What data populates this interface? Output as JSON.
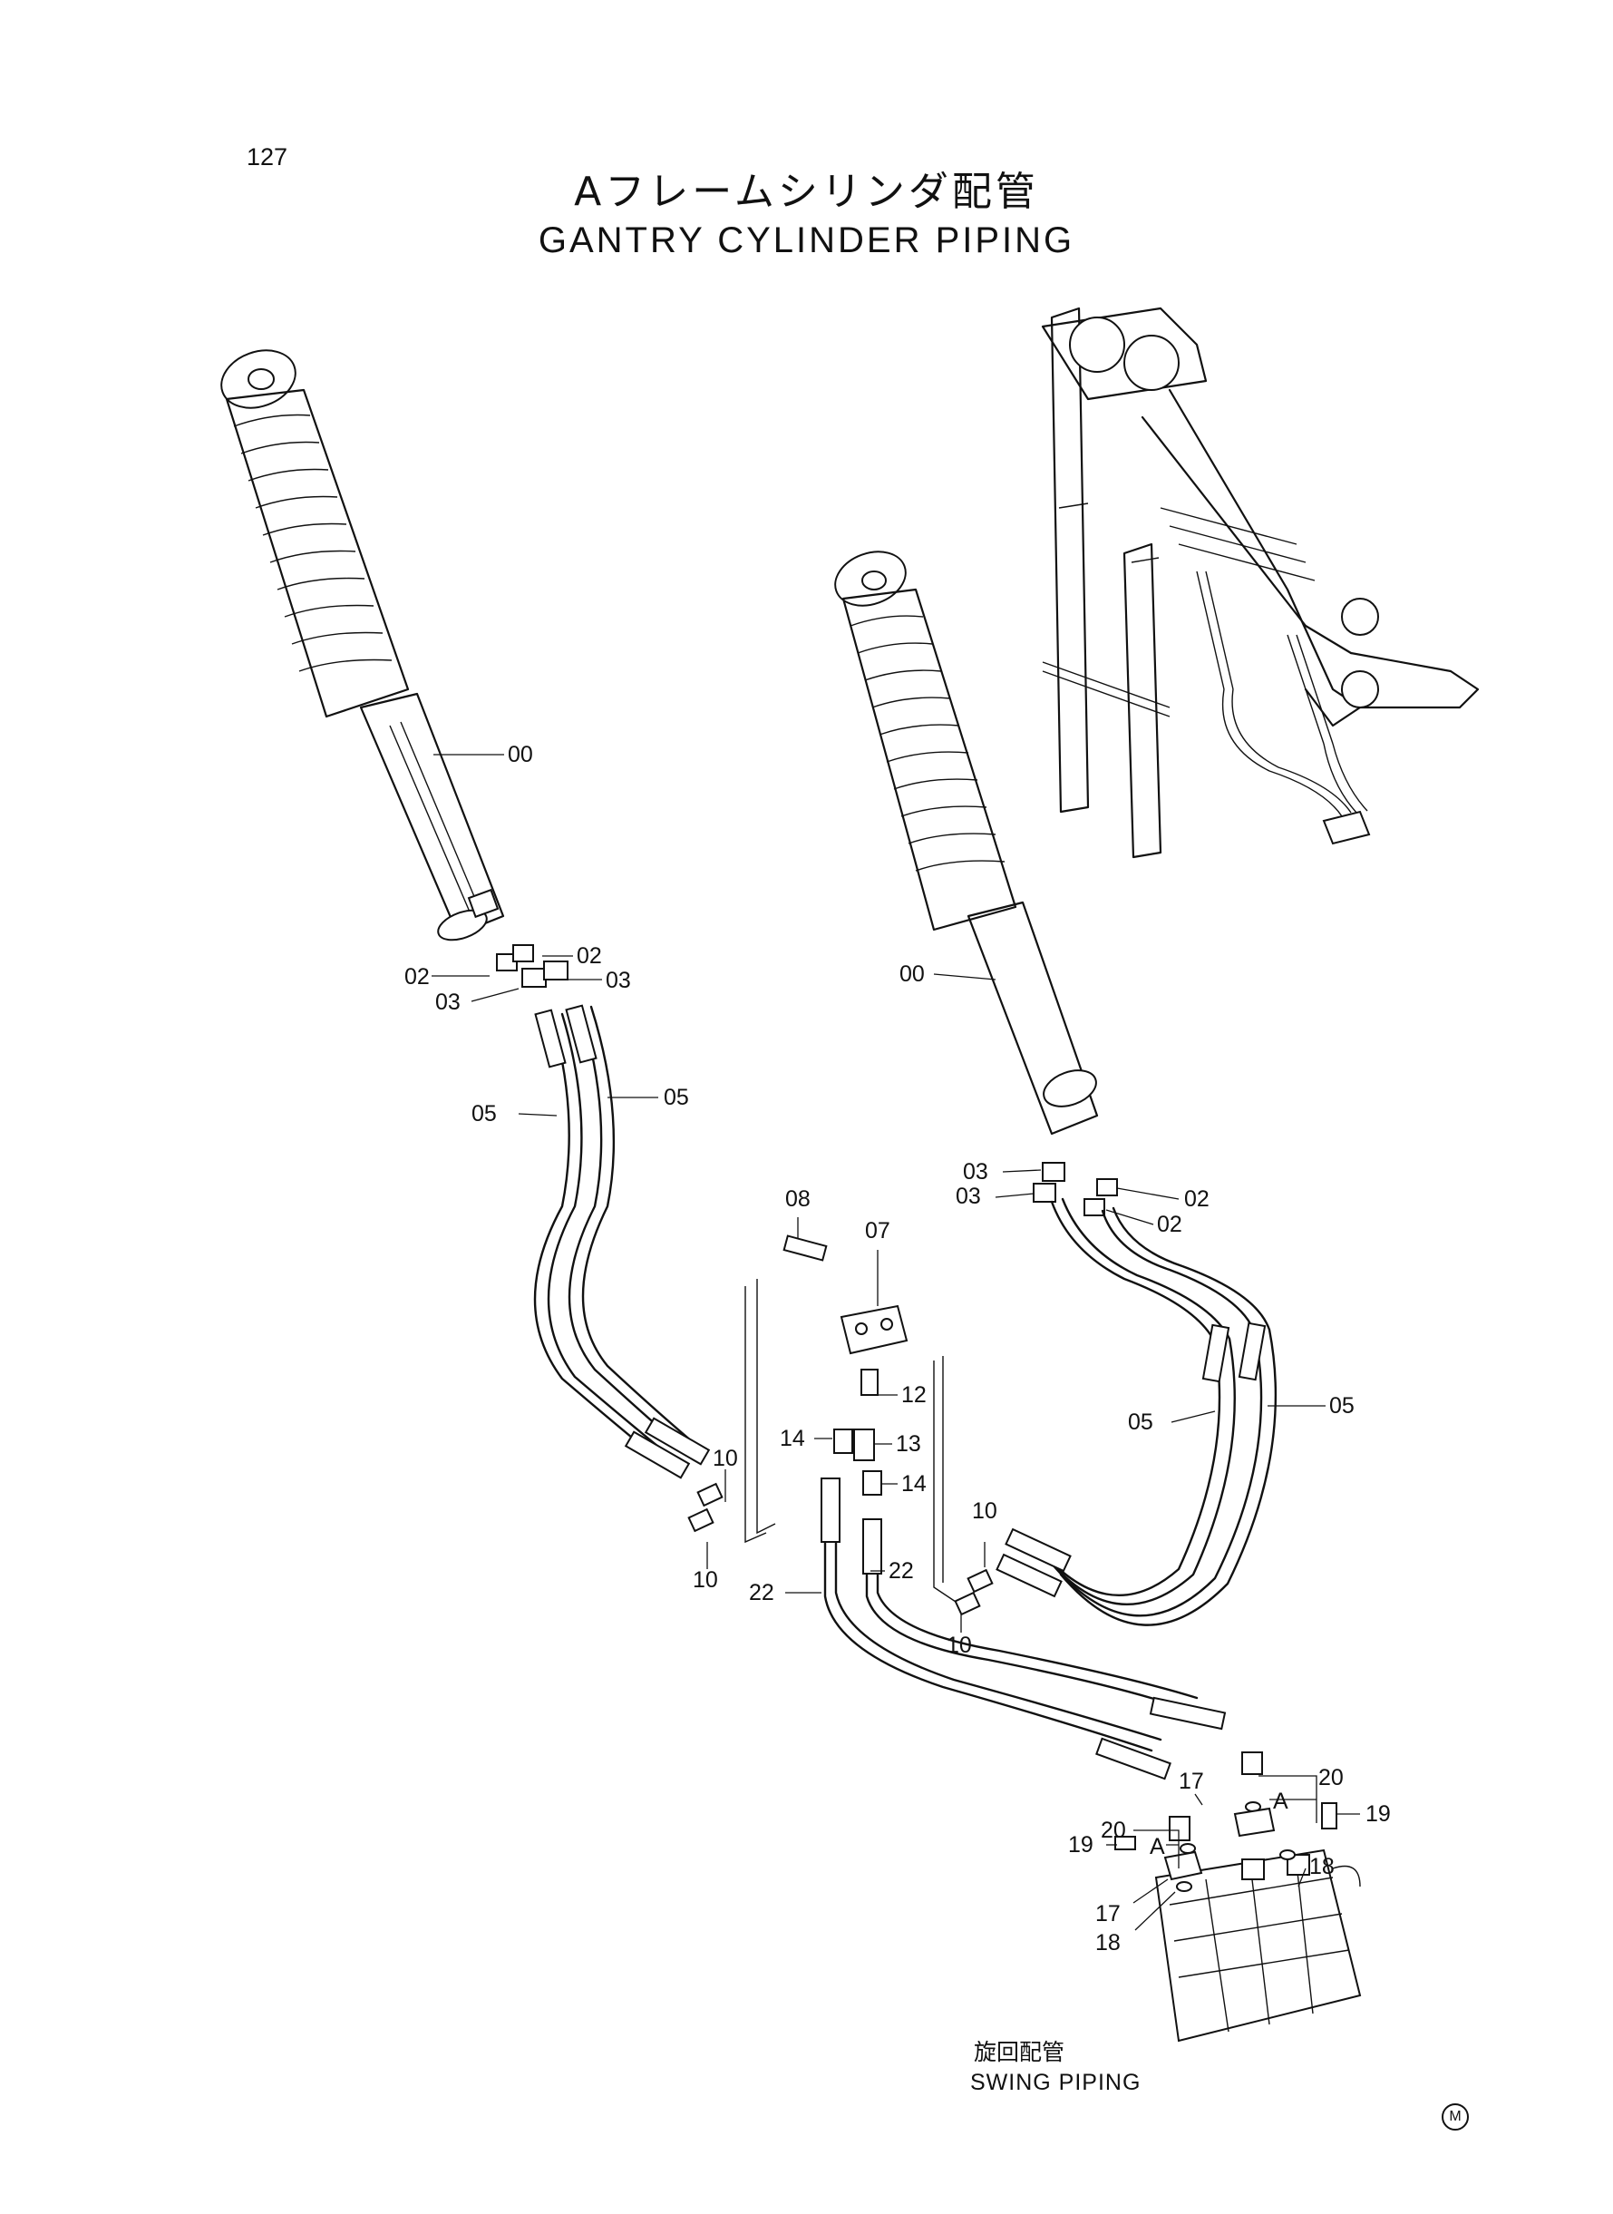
{
  "page": {
    "number": "127"
  },
  "title": {
    "ja": "Aフレームシリンダ配管",
    "en": "GANTRY CYLINDER PIPING"
  },
  "callouts": [
    {
      "id": "00-left",
      "label": "00"
    },
    {
      "id": "02-left-a",
      "label": "02"
    },
    {
      "id": "02-left-b",
      "label": "02"
    },
    {
      "id": "03-left-a",
      "label": "03"
    },
    {
      "id": "03-left-b",
      "label": "03"
    },
    {
      "id": "05-left-a",
      "label": "05"
    },
    {
      "id": "05-left-b",
      "label": "05"
    },
    {
      "id": "00-right",
      "label": "00"
    },
    {
      "id": "03-right-a",
      "label": "03"
    },
    {
      "id": "03-right-b",
      "label": "03"
    },
    {
      "id": "02-right-a",
      "label": "02"
    },
    {
      "id": "02-right-b",
      "label": "02"
    },
    {
      "id": "08",
      "label": "08"
    },
    {
      "id": "07",
      "label": "07"
    },
    {
      "id": "05-right-a",
      "label": "05"
    },
    {
      "id": "05-right-b",
      "label": "05"
    },
    {
      "id": "12",
      "label": "12"
    },
    {
      "id": "13",
      "label": "13"
    },
    {
      "id": "14-a",
      "label": "14"
    },
    {
      "id": "14-b",
      "label": "14"
    },
    {
      "id": "10-a",
      "label": "10"
    },
    {
      "id": "10-b",
      "label": "10"
    },
    {
      "id": "10-c",
      "label": "10"
    },
    {
      "id": "10-d",
      "label": "10"
    },
    {
      "id": "22-a",
      "label": "22"
    },
    {
      "id": "22-b",
      "label": "22"
    },
    {
      "id": "17-a",
      "label": "17"
    },
    {
      "id": "17-b",
      "label": "17"
    },
    {
      "id": "18-a",
      "label": "18"
    },
    {
      "id": "18-b",
      "label": "18"
    },
    {
      "id": "19-a",
      "label": "19"
    },
    {
      "id": "19-b",
      "label": "19"
    },
    {
      "id": "20-a",
      "label": "20"
    },
    {
      "id": "20-b",
      "label": "20"
    },
    {
      "id": "A-1",
      "label": "A"
    },
    {
      "id": "A-2",
      "label": "A"
    }
  ],
  "subassembly": {
    "ja": "旋回配管",
    "en": "SWING PIPING"
  },
  "corner_mark": "M"
}
